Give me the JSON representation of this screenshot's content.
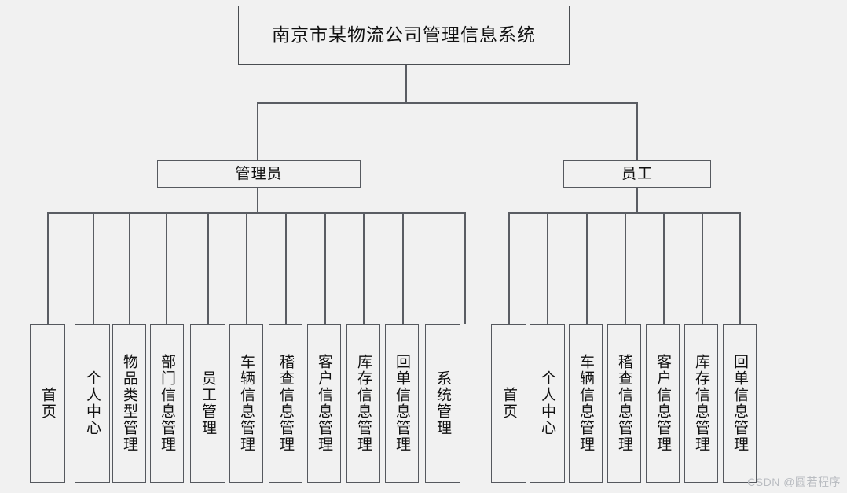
{
  "diagram": {
    "title": "南京市某物流公司管理信息系统",
    "root": {
      "label": "南京市某物流公司管理信息系统"
    },
    "branches": [
      {
        "id": "admin",
        "label": "管理员",
        "leaves": [
          {
            "label": "首页"
          },
          {
            "label": "个人中心"
          },
          {
            "label": "物品类型管理"
          },
          {
            "label": "部门信息管理"
          },
          {
            "label": "员工管理"
          },
          {
            "label": "车辆信息管理"
          },
          {
            "label": "稽查信息管理"
          },
          {
            "label": "客户信息管理"
          },
          {
            "label": "库存信息管理"
          },
          {
            "label": "回单信息管理"
          },
          {
            "label": "系统管理"
          }
        ]
      },
      {
        "id": "staff",
        "label": "员工",
        "leaves": [
          {
            "label": "首页"
          },
          {
            "label": "个人中心"
          },
          {
            "label": "车辆信息管理"
          },
          {
            "label": "稽查信息管理"
          },
          {
            "label": "客户信息管理"
          },
          {
            "label": "库存信息管理"
          },
          {
            "label": "回单信息管理"
          }
        ]
      }
    ]
  },
  "watermark": {
    "text": "CSDN @圆若程序"
  },
  "colors": {
    "background": "#f1f1f1",
    "box_border": "#55585e",
    "line": "#5a5d63",
    "text": "#111111",
    "watermark": "#b9bcc1"
  }
}
